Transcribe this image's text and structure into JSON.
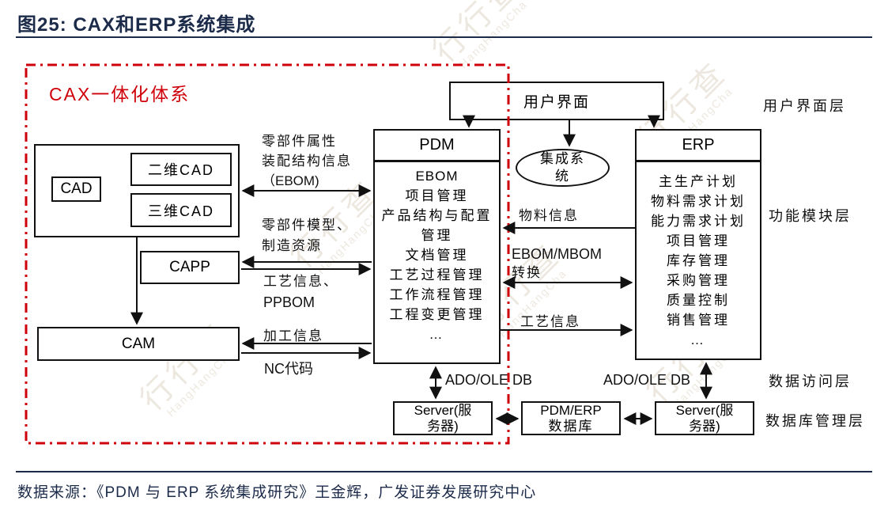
{
  "title": "图25:  CAX和ERP系统集成",
  "source_line": "数据来源：《PDM 与 ERP 系统集成研究》王金辉，广发证券发展研究中心",
  "watermark": {
    "cn": "行行查",
    "en": "HangHangCha"
  },
  "colors": {
    "accent_navy": "#1c2b4a",
    "red_dashed": "#cf0009",
    "line_black": "#111111"
  },
  "diagram": {
    "cax_group_label": "CAX一体化体系",
    "boxes": {
      "user_interface": "用户界面",
      "integration_system": [
        "集成系",
        "统"
      ],
      "cad": "CAD",
      "cad_2d": "二维CAD",
      "cad_3d": "三维CAD",
      "capp": "CAPP",
      "cam": "CAM",
      "pdm": {
        "header": "PDM",
        "items": [
          "EBOM",
          "项目管理",
          "产品结构与配置管理",
          "文档管理",
          "工艺过程管理",
          "工作流程管理",
          "工程变更管理",
          "…"
        ]
      },
      "erp": {
        "header": "ERP",
        "items": [
          "主生产计划",
          "物料需求计划",
          "能力需求计划",
          "项目管理",
          "库存管理",
          "采购管理",
          "质量控制",
          "销售管理",
          "…"
        ]
      },
      "server_left": [
        "Server(服",
        "务器)"
      ],
      "pdm_erp_db": [
        "PDM/ERP",
        "数据库"
      ],
      "server_right": [
        "Server(服",
        "务器)"
      ]
    },
    "edge_labels": {
      "cad_pdm": [
        "零部件属性",
        "装配结构信息",
        "（EBOM)"
      ],
      "model_resource": [
        "零部件模型、",
        "制造资源"
      ],
      "process_ppbom": [
        "工艺信息、",
        "PPBOM"
      ],
      "machining_info": "加工信息",
      "nc_code": "NC代码",
      "material_info": "物料信息",
      "ebom_mbom": [
        "EBOM/MBOM",
        "转换"
      ],
      "process_info": "工艺信息",
      "ado_left": "ADO/OLE DB",
      "ado_right": "ADO/OLE DB"
    },
    "layer_labels": [
      "用户界面层",
      "功能模块层",
      "数据访问层",
      "数据库管理层"
    ]
  }
}
